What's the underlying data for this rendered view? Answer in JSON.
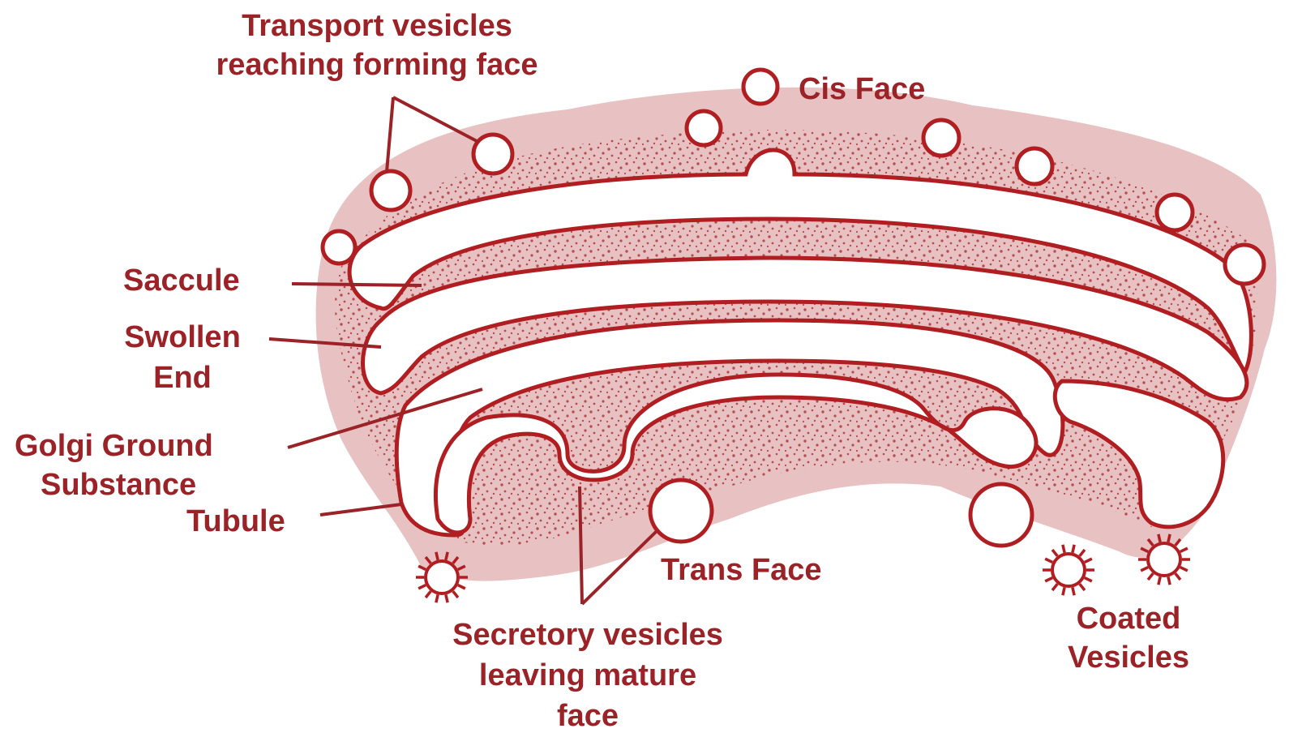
{
  "colors": {
    "ink": "#b01e22",
    "matrix": "#e8c2c3",
    "matrix_dense": "#d99a9c",
    "dot": "#a5262b",
    "lumen": "#ffffff",
    "label": "#9b2226"
  },
  "labels": {
    "transport_line1": "Transport vesicles",
    "transport_line2": "reaching forming face",
    "cis_face": "Cis Face",
    "saccule": "Saccule",
    "swollen_line1": "Swollen",
    "swollen_line2": "End",
    "golgi_line1": "Golgi Ground",
    "golgi_line2": "Substance",
    "tubule": "Tubule",
    "trans_face": "Trans Face",
    "secretory_line1": "Secretory vesicles",
    "secretory_line2": "leaving mature",
    "secretory_line3": "face",
    "coated_line1": "Coated",
    "coated_line2": "Vesicles"
  }
}
